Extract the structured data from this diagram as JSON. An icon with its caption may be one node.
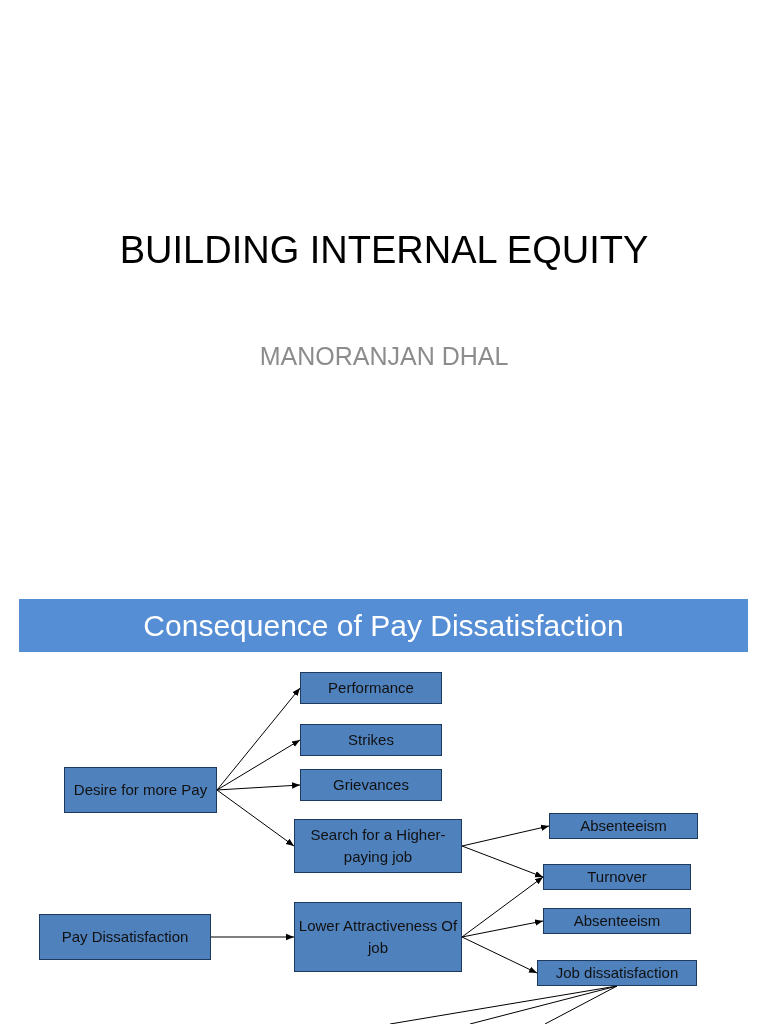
{
  "diagram": {
    "title": "Consequence of Pay Dissatisfaction",
    "nodes": [
      {
        "text": [
          "Performance"
        ]
      },
      {
        "text": [
          "Strikes"
        ]
      },
      {
        "text": [
          "Desire for more Pay"
        ]
      },
      {
        "text": [
          "Grievances"
        ]
      },
      {
        "text": [
          "Search for a Higher-paying job"
        ]
      },
      {
        "text": [
          "Absenteeism"
        ]
      },
      {
        "text": [
          "Turnover"
        ]
      },
      {
        "text": [
          "Pay Dissatisfaction"
        ]
      },
      {
        "text": [
          "Lower Attractiveness Of job"
        ]
      },
      {
        "text": [
          "Absenteeism"
        ]
      },
      {
        "text": [
          "Job dissatisfaction"
        ]
      }
    ],
    "edges": [
      {
        "from": 2,
        "to": 0,
        "arrow": "to"
      },
      {
        "from": 2,
        "to": 1,
        "arrow": "to"
      },
      {
        "from": 2,
        "to": 3,
        "arrow": "to"
      },
      {
        "from": 2,
        "to": 4,
        "arrow": "to"
      },
      {
        "from": 4,
        "to": 5,
        "arrow": "to"
      },
      {
        "from": 4,
        "to": 6,
        "arrow": "to"
      },
      {
        "from": 7,
        "to": 8,
        "arrow": "to"
      },
      {
        "from": 8,
        "to": 6,
        "arrow": "to"
      },
      {
        "from": 8,
        "to": 9,
        "arrow": "to"
      },
      {
        "from": 8,
        "to": 10,
        "arrow": "to"
      },
      {
        "from": 10,
        "to": null,
        "arrow": "none"
      },
      {
        "from": 10,
        "to": null,
        "arrow": "none"
      },
      {
        "from": 10,
        "to": null,
        "arrow": "none"
      }
    ],
    "labels": [
      "BUILDING INTERNAL EQUITY",
      "MANORANJAN DHAL"
    ]
  }
}
